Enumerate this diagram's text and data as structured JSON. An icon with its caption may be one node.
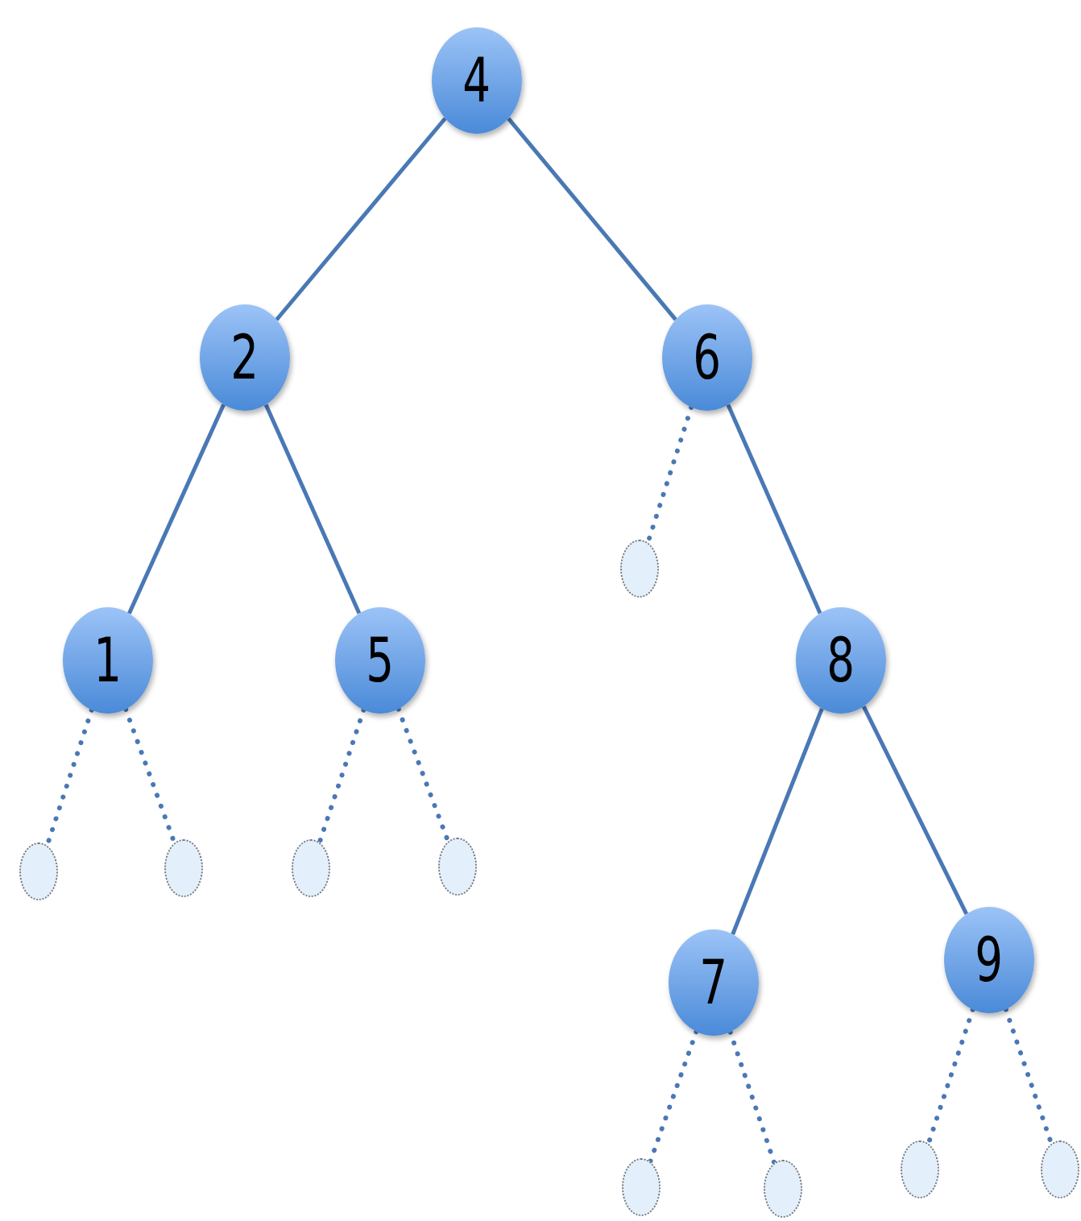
{
  "diagram": {
    "nodes": [
      {
        "text": [
          "4"
        ]
      },
      {
        "text": [
          "2"
        ]
      },
      {
        "text": [
          "6"
        ]
      },
      {
        "text": [],
        "shape": "circle"
      },
      {
        "text": [
          "1"
        ]
      },
      {
        "text": [
          "5"
        ]
      },
      {
        "text": [
          "8"
        ]
      },
      {
        "text": [],
        "shape": "circle"
      },
      {
        "text": [],
        "shape": "circle"
      },
      {
        "text": [],
        "shape": "circle"
      },
      {
        "text": [],
        "shape": "circle"
      },
      {
        "text": [
          "7"
        ]
      },
      {
        "text": [
          "9"
        ]
      },
      {
        "text": [],
        "shape": "circle"
      },
      {
        "text": [],
        "shape": "circle"
      },
      {
        "text": [],
        "shape": "circle"
      },
      {
        "text": [],
        "shape": "circle"
      }
    ],
    "edges": [
      {
        "from": 0,
        "to": 1,
        "arrow": "none"
      },
      {
        "from": 0,
        "to": 2,
        "arrow": "none"
      },
      {
        "from": 1,
        "to": 4,
        "arrow": "none"
      },
      {
        "from": 1,
        "to": 5,
        "arrow": "none"
      },
      {
        "from": 2,
        "to": 3,
        "arrow": "none",
        "style": "dashed"
      },
      {
        "from": 2,
        "to": 6,
        "arrow": "none"
      },
      {
        "from": 4,
        "to": 7,
        "arrow": "none",
        "style": "dashed"
      },
      {
        "from": 4,
        "to": 8,
        "arrow": "none",
        "style": "dashed"
      },
      {
        "from": 5,
        "to": 9,
        "arrow": "none",
        "style": "dashed"
      },
      {
        "from": 5,
        "to": 10,
        "arrow": "none",
        "style": "dashed"
      },
      {
        "from": 6,
        "to": 11,
        "arrow": "none"
      },
      {
        "from": 6,
        "to": 12,
        "arrow": "none"
      },
      {
        "from": 11,
        "to": 13,
        "arrow": "none",
        "style": "dashed"
      },
      {
        "from": 11,
        "to": 14,
        "arrow": "none",
        "style": "dashed"
      },
      {
        "from": 12,
        "to": 15,
        "arrow": "none",
        "style": "dashed"
      },
      {
        "from": 12,
        "to": 16,
        "arrow": "none",
        "style": "dashed"
      }
    ]
  }
}
